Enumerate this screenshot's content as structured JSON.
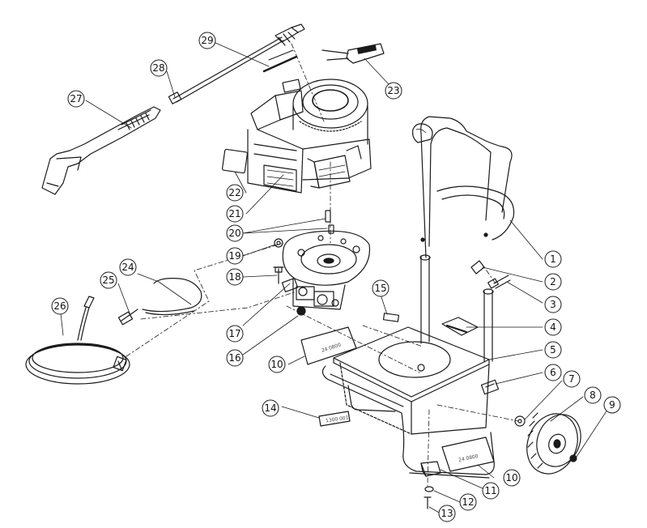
{
  "diagram": {
    "part_numbers": [
      "1",
      "2",
      "3",
      "4",
      "5",
      "6",
      "7",
      "8",
      "9",
      "10",
      "10",
      "11",
      "12",
      "13",
      "14",
      "15",
      "16",
      "17",
      "18",
      "19",
      "20",
      "21",
      "22",
      "23",
      "24",
      "25",
      "26",
      "27",
      "28",
      "29"
    ],
    "colors": {
      "line": "#1a1a1a",
      "background": "#ffffff",
      "hidden_line": "#333333"
    }
  },
  "decals": {
    "label_10_upper": "24 0800",
    "label_14": "1300 001",
    "label_10_lower": "24 0800"
  }
}
